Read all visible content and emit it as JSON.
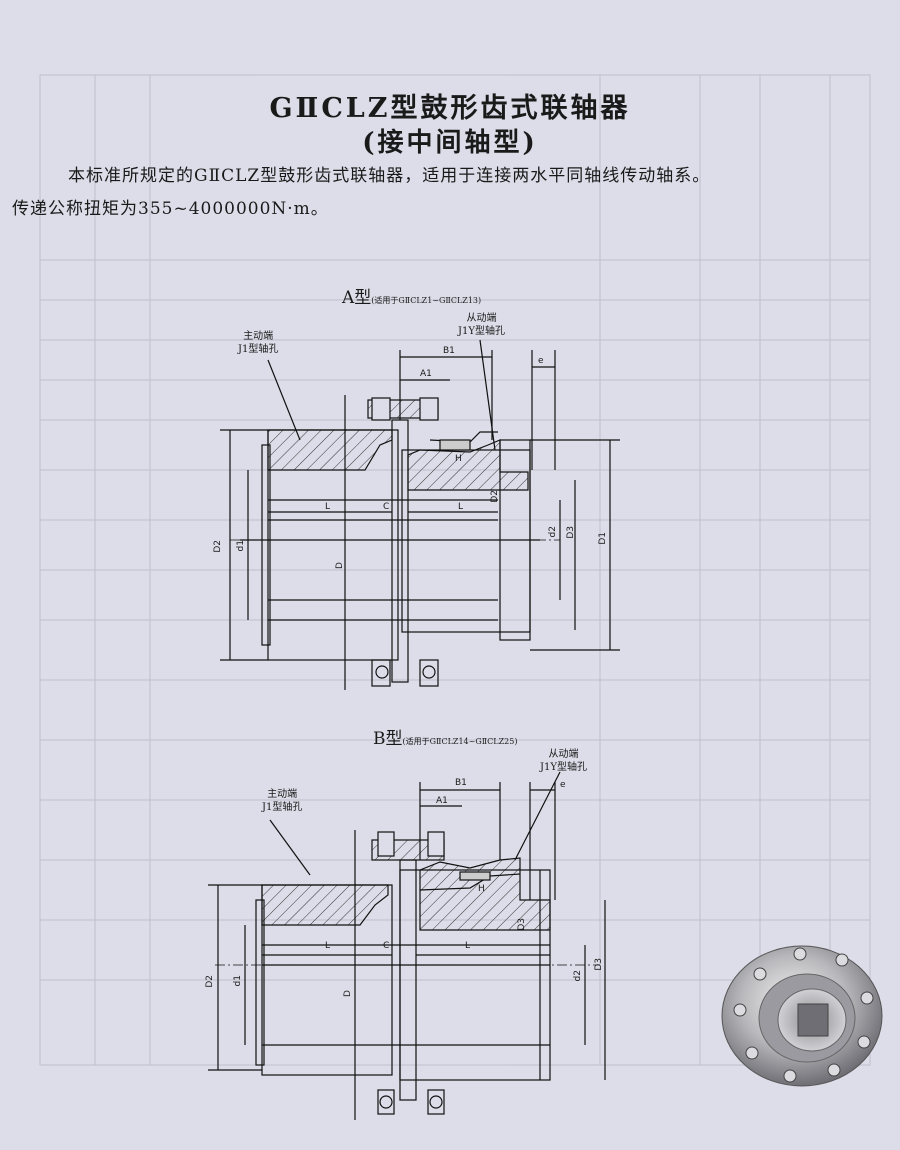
{
  "document": {
    "title_line1": "GⅡCLZ型鼓形齿式联轴器",
    "title_line2": "(接中间轴型)",
    "intro_line1": "本标准所规定的GⅡCLZ型鼓形齿式联轴器，适用于连接两水平同轴线传动轴系。",
    "intro_line2": "传递公称扭矩为355~4000000N·m。"
  },
  "diagram_a": {
    "type_label": "A型",
    "applies_to": "(适用于GⅡCLZ1~GⅡCLZ13)",
    "driving_end_label": "主动端",
    "driving_bore_label": "J1型轴孔",
    "driven_end_label": "从动端",
    "driven_bore_label": "J1Y型轴孔",
    "dims": {
      "B1": "B1",
      "A1": "A1",
      "e": "e",
      "H": "H",
      "L": "L",
      "C": "C",
      "D2": "D2",
      "d1": "d1",
      "d2": "d2",
      "D3": "D3",
      "D1": "D1",
      "D": "D"
    }
  },
  "diagram_b": {
    "type_label": "B型",
    "applies_to": "(适用于GⅡCLZ14~GⅡCLZ25)",
    "driving_end_label": "主动端",
    "driving_bore_label": "J1型轴孔",
    "driven_end_label": "从动端",
    "driven_bore_label": "J1Y型轴孔",
    "dims": {
      "B1": "B1",
      "A1": "A1",
      "e": "e",
      "H": "H",
      "L": "L",
      "C": "C",
      "D2": "D2",
      "d1": "d1",
      "d2": "d2",
      "D3": "D3",
      "D": "D"
    }
  },
  "photo": {
    "subject": "coupling-photo"
  }
}
